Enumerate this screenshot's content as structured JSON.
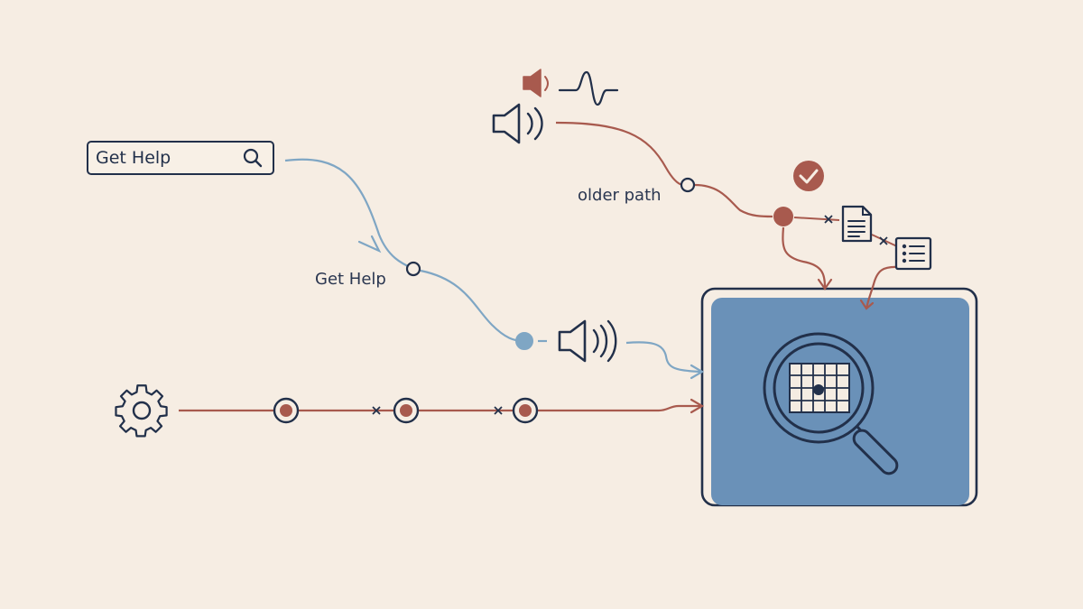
{
  "search": {
    "value": "Get Help"
  },
  "labels": {
    "help_path": "Get Help",
    "older_path": "older path"
  },
  "colors": {
    "background": "#f6ede3",
    "ink": "#22304a",
    "blue_path": "#7fa6c4",
    "red_path": "#a85a4e",
    "panel_fill": "#6a91b8"
  },
  "icons": [
    "search-icon",
    "speaker-icon",
    "waveform-icon",
    "check-icon",
    "document-icon",
    "list-icon",
    "gear-icon",
    "magnifier-grid-icon"
  ]
}
